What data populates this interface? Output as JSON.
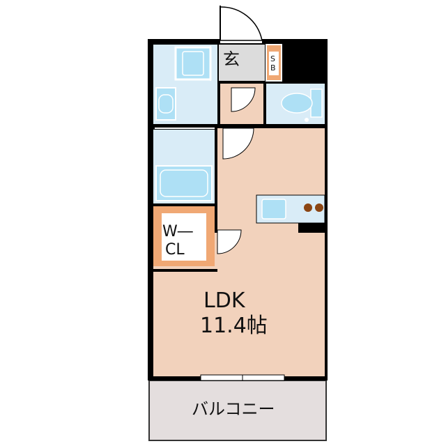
{
  "rooms": {
    "entrance": "玄",
    "shoe_box_top": "S",
    "shoe_box_bottom": "B",
    "walk_in_closet_line1": "W―",
    "walk_in_closet_line2": "CL",
    "ldk": "LDK",
    "ldk_size": "11.4帖",
    "balcony": "バルコニー"
  },
  "colors": {
    "wall": "#000000",
    "living_floor": "#f2d2bc",
    "wet_area": "#d9ecf7",
    "fixture": "#aee0f5",
    "storage": "#f0a874",
    "entrance_floor": "#dcdcdc",
    "balcony": "#e4dede",
    "stove_burner": "#8b4513"
  }
}
